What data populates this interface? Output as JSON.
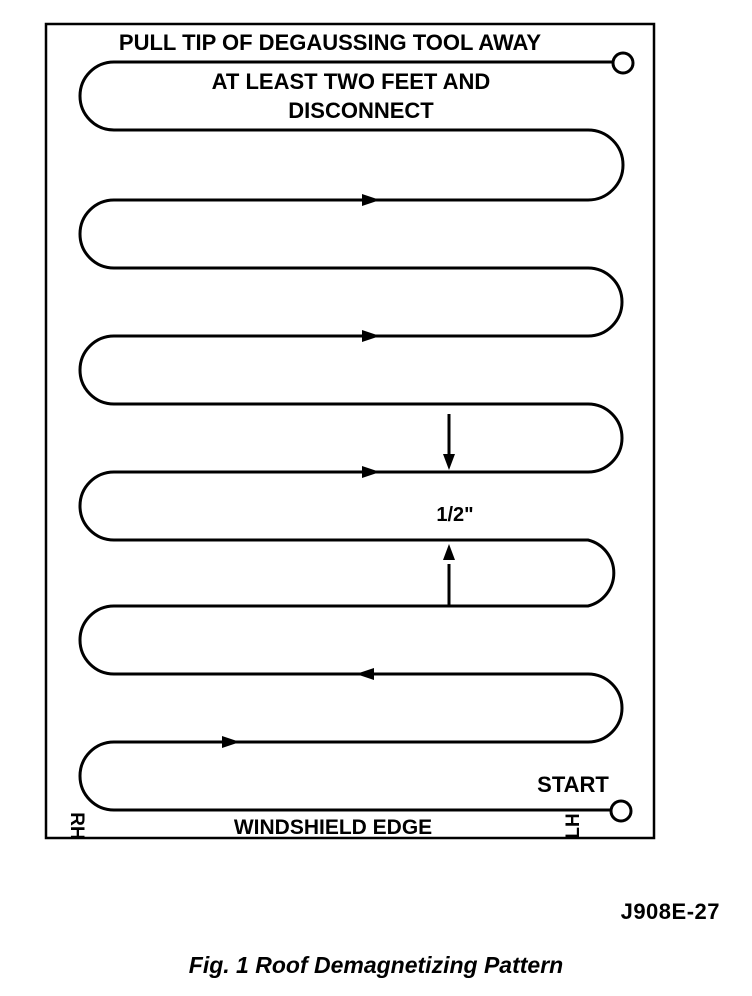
{
  "diagram": {
    "instruction_line1": "PULL TIP OF DEGAUSSING TOOL AWAY",
    "instruction_line2": "AT LEAST TWO FEET AND",
    "instruction_line3": "DISCONNECT",
    "spacing_label": "1/2\"",
    "start_label": "START",
    "edge_label": "WINDSHIELD EDGE",
    "rh_label": "RH",
    "lh_label": "LH"
  },
  "figure": {
    "code": "J908E-27",
    "caption": "Fig. 1 Roof Demagnetizing Pattern"
  }
}
